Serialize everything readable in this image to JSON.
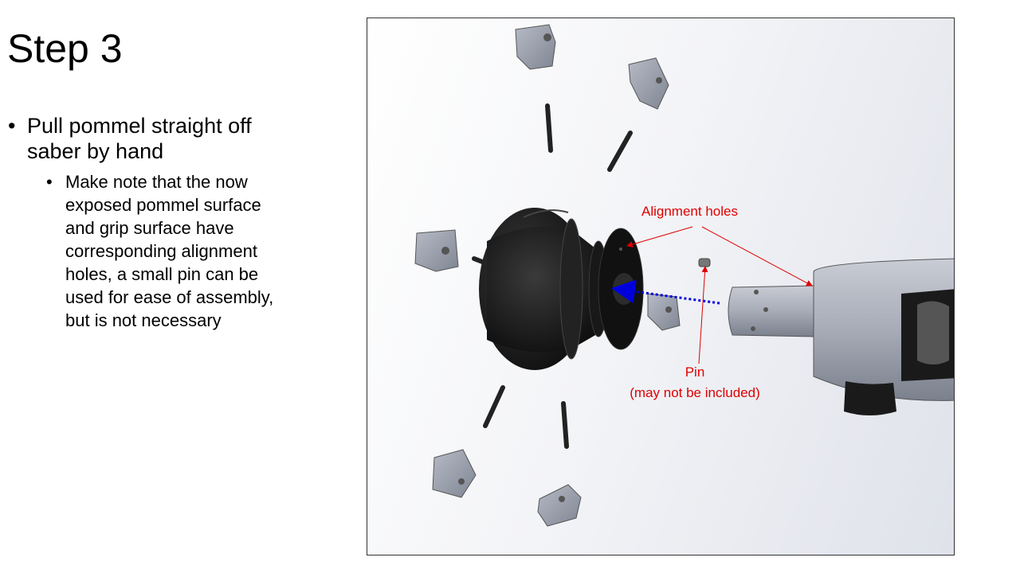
{
  "slide": {
    "title": "Step 3",
    "bullet_1": "Pull pommel straight off saber by hand",
    "sub_bullet_1": "Make note that the now exposed pommel surface and grip surface have corresponding alignment holes, a small pin can be used for ease of assembly, but is not necessary"
  },
  "figure": {
    "callout_alignment": "Alignment holes",
    "callout_pin_line1": "Pin",
    "callout_pin_line2": "(may not be included)",
    "colors": {
      "callout": "#e00000",
      "arrow": "#0000dd",
      "parts_gray": "#9aa0ab",
      "pommel_black": "#1a1a1a"
    }
  }
}
